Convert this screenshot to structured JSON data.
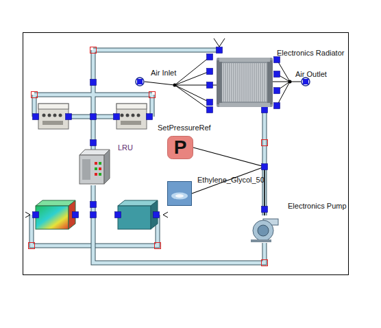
{
  "diagram": {
    "nodes": [
      {
        "text": [
          "Air Inlet"
        ]
      },
      {
        "text": [
          "Electronics Radiator"
        ]
      },
      {
        "text": [
          "Air Outlet"
        ]
      },
      {
        "text": [
          "SetPressureRef",
          "P"
        ]
      },
      {
        "text": [
          "LRU"
        ]
      },
      {
        "text": [
          "Ethylene_Glycol_50"
        ]
      },
      {
        "text": [
          "Electronics Pump"
        ]
      }
    ],
    "edges": [
      {
        "from": 0,
        "to": 1,
        "arrow": "none"
      },
      {
        "from": 1,
        "to": 2,
        "arrow": "none"
      },
      {
        "from": 1,
        "to": 6,
        "arrow": "none"
      },
      {
        "from": 3,
        "to": 6,
        "arrow": "none"
      },
      {
        "from": 5,
        "to": 6,
        "arrow": "none"
      },
      {
        "from": 6,
        "to": 4,
        "arrow": "none"
      }
    ]
  }
}
